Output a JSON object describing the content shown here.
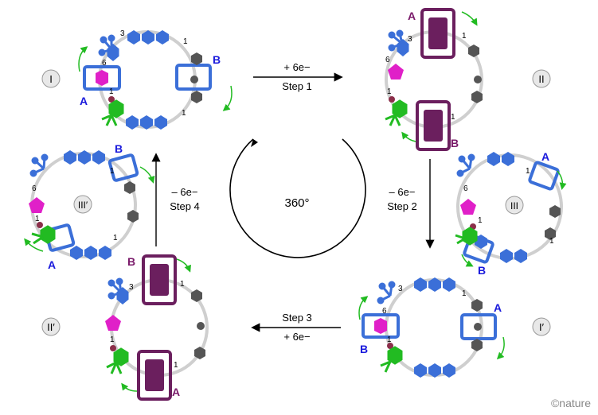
{
  "states": {
    "I": "I",
    "II": "II",
    "III": "III",
    "I_prime": "I′",
    "II_prime": "II′",
    "III_prime": "III′"
  },
  "rings": {
    "A": "A",
    "B": "B"
  },
  "linker_numbers": {
    "one": "1",
    "three": "3",
    "six": "6"
  },
  "steps": {
    "step1": {
      "charge": "+ 6e−",
      "label": "Step 1"
    },
    "step2": {
      "charge": "– 6e−",
      "label": "Step 2"
    },
    "step3": {
      "label": "Step 3",
      "charge": "+ 6e−"
    },
    "step4": {
      "charge": "– 6e−",
      "label": "Step 4"
    }
  },
  "center": {
    "rotation": "360°"
  },
  "credit": "©nature",
  "colors": {
    "blue": "#3b6fd8",
    "purple": "#6b1f5e",
    "magenta": "#e020c8",
    "green": "#22bb22",
    "dark_gray": "#555555",
    "track_gray": "#c8c8c8",
    "maroon": "#8b2f4a",
    "label_blue": "#1a1adc",
    "label_purple": "#7a1a6a"
  }
}
